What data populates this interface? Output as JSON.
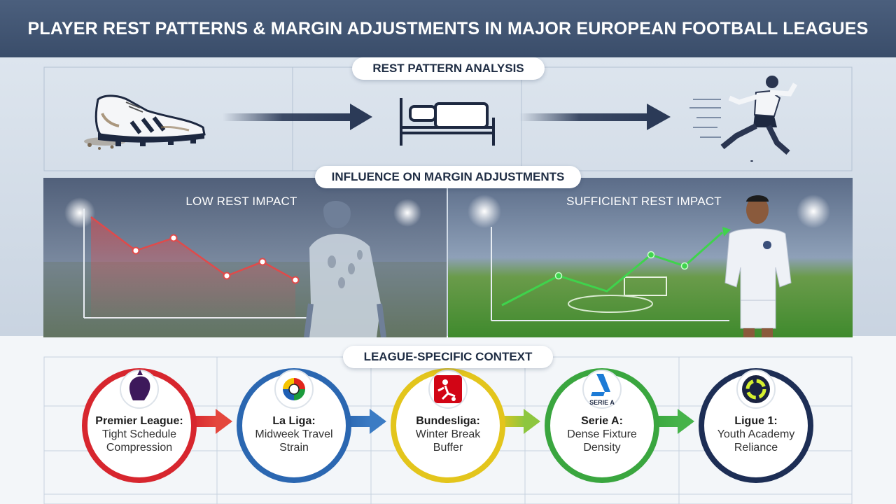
{
  "title": "PLAYER REST PATTERNS & MARGIN ADJUSTMENTS IN MAJOR EUROPEAN FOOTBALL LEAGUES",
  "sections": {
    "rest_pattern": "REST PATTERN ANALYSIS",
    "influence": "INFLUENCE ON MARGIN ADJUSTMENTS",
    "league_context": "LEAGUE-SPECIFIC CONTEXT"
  },
  "panels": {
    "low": {
      "label": "LOW REST IMPACT",
      "color": "#e04a4a"
    },
    "sufficient": {
      "label": "SUFFICIENT REST IMPACT",
      "color": "#3fd34c"
    }
  },
  "icons": {
    "worn_boot": "worn-boot-icon",
    "bed": "bed-icon",
    "sprinting_player": "sprinting-player-icon"
  },
  "leagues": [
    {
      "name": "Premier League:",
      "line1": "Tight Schedule",
      "line2": "Compression",
      "ring_color": "#d7262e",
      "logo": "premier-league-lion-logo"
    },
    {
      "name": "La Liga:",
      "line1": "Midweek Travel",
      "line2": "Strain",
      "ring_color": "#2b67b1",
      "logo": "laliga-ball-logo"
    },
    {
      "name": "Bundesliga:",
      "line1": "Winter Break",
      "line2": "Buffer",
      "ring_color": "#e3c51c",
      "logo": "bundesliga-player-logo"
    },
    {
      "name": "Serie A:",
      "line1": "Dense Fixture",
      "line2": "Density",
      "ring_color": "#3aa63f",
      "logo": "serie-a-logo",
      "logo_text": "SERIE A"
    },
    {
      "name": "Ligue 1:",
      "line1": "Youth Academy",
      "line2": "Reliance",
      "ring_color": "#1d2e55",
      "logo": "ligue-1-logo"
    }
  ]
}
